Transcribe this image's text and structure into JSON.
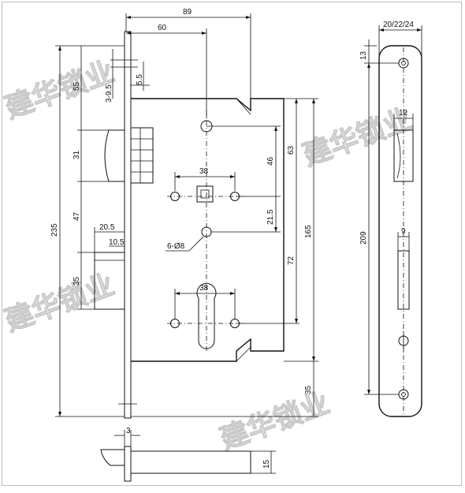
{
  "watermark": "建华锁业",
  "dimensions": {
    "d89": "89",
    "d60": "60",
    "d55": "55",
    "d3_95": "3-9.5",
    "d5_5": "5.5",
    "d31": "31",
    "d47": "47",
    "d20_5": "20.5",
    "d10_5": "10.5",
    "d35": "35",
    "d235": "235",
    "d38_top": "38",
    "d46": "46",
    "d63": "63",
    "d21_5": "21.5",
    "d6_8": "6-Ø8",
    "d72": "72",
    "d165": "165",
    "d38_bot": "38",
    "d35_right": "35",
    "d3": "3",
    "d15": "15",
    "d20_22_24": "20/22/24",
    "d13": "13",
    "d12": "12",
    "d209": "209",
    "d9": "9"
  }
}
